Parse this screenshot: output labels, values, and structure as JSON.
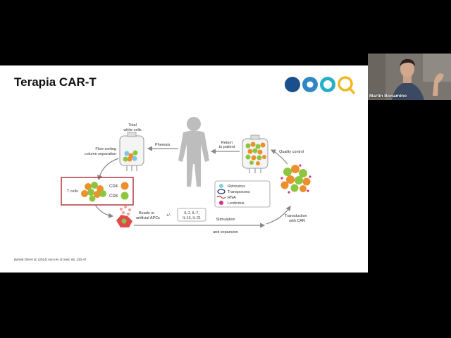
{
  "slide": {
    "title": "Terapia CAR-T",
    "citation": "Barrett DM et al. (2014) Ann rev of med. 65, 333-47",
    "colors": {
      "blue_dark": "#1a4f8c",
      "blue_mid": "#2f88c5",
      "teal": "#24b1c8",
      "yellow": "#f2b822",
      "frame_red": "#b3262d"
    }
  },
  "diagram": {
    "total_white_cells": [
      "Total",
      "white cells"
    ],
    "pheresis": "Pheresis",
    "flow_sorting": [
      "Flow sorting",
      "column separation"
    ],
    "t_cells": "T cells",
    "cd4": "CD4",
    "cd8": "CD8",
    "beads": [
      "Beads or",
      "artificial APCs"
    ],
    "plus_minus": "+/-",
    "interleukins": [
      "IL-2, IL-7,",
      "IL-15, IL-21"
    ],
    "stimulation": [
      "Stimulation",
      "and expansion"
    ],
    "return_to_patient": [
      "Return",
      "to patient"
    ],
    "quality_control": "Quality control",
    "vectors": [
      "Retrovirus",
      "Transposons",
      "RNA",
      "Lentivirus"
    ],
    "transduction": [
      "Transduction",
      "with CAR"
    ]
  },
  "video": {
    "participant_name": "Martin Bonamino"
  }
}
